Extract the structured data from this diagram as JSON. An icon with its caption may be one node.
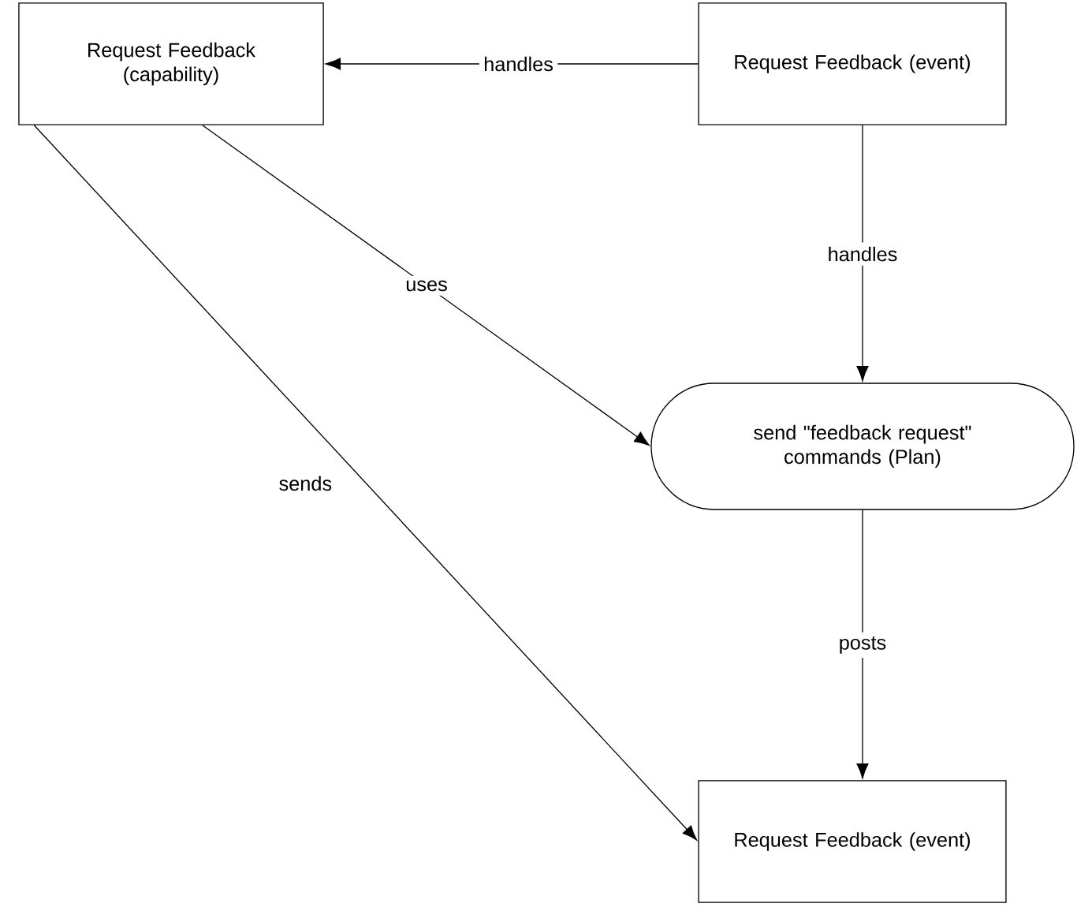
{
  "diagram": {
    "nodes": [
      {
        "text": [
          "Request Feedback (capability)"
        ]
      },
      {
        "text": [
          "Request Feedback (event)"
        ]
      },
      {
        "text": [
          "send \"feedback request\" commands (Plan)"
        ]
      },
      {
        "text": [
          "Request Feedback (event)"
        ]
      }
    ],
    "edges": [
      {
        "from": 1,
        "to": 0,
        "arrow": "to",
        "label": "handles"
      },
      {
        "from": 1,
        "to": 2,
        "arrow": "to",
        "label": "handles"
      },
      {
        "from": 0,
        "to": 2,
        "arrow": "to",
        "label": "uses"
      },
      {
        "from": 0,
        "to": 3,
        "arrow": "to",
        "label": "sends"
      },
      {
        "from": 2,
        "to": 3,
        "arrow": "to",
        "label": "posts"
      }
    ]
  }
}
